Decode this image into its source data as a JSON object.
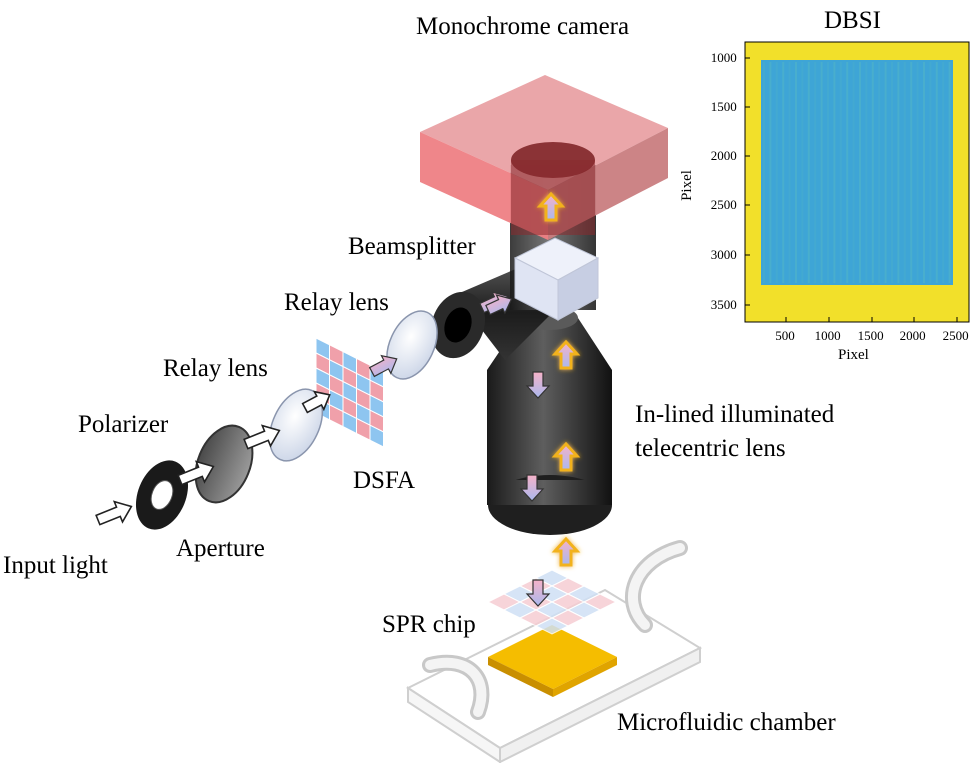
{
  "labels": {
    "camera": "Monochrome camera",
    "beamsplitter": "Beamsplitter",
    "relay_lens_1": "Relay lens",
    "relay_lens_2": "Relay lens",
    "polarizer": "Polarizer",
    "dsfa": "DSFA",
    "aperture": "Aperture",
    "input_light": "Input light",
    "telecentric_lens_line1": "In-lined illuminated",
    "telecentric_lens_line2": "telecentric lens",
    "spr_chip": "SPR chip",
    "microfluidic_chamber": "Microfluidic chamber"
  },
  "dbsi_image": {
    "title": "DBSI",
    "xlabel": "Pixel",
    "ylabel": "Pixel",
    "xticks": [
      "500",
      "1000",
      "1500",
      "2000",
      "2500"
    ],
    "yticks": [
      "1000",
      "1500",
      "2000",
      "2500",
      "3000",
      "3500"
    ],
    "colors": {
      "border": "#f2e02a",
      "center": "#3aa2d8",
      "mid": "#52b6c6"
    }
  },
  "colors": {
    "camera": "#e8868a",
    "lens_body": "#2a2a2a",
    "cube": "#dde3f2",
    "chip": "#f5b800",
    "dsfa_blue": "#8ec5f0",
    "dsfa_pink": "#f0a0aa",
    "arrow_glow": "#f2b21c"
  }
}
